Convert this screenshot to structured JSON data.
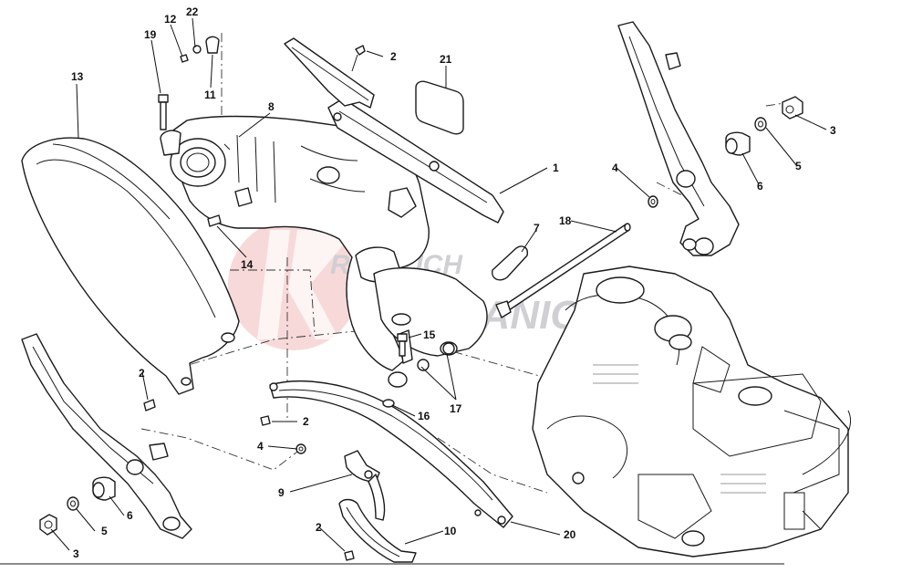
{
  "diagram": {
    "watermark": {
      "top_text": "RE BIUCH",
      "bottom_text": "MECCANICA"
    },
    "callouts": [
      {
        "id": "c-22",
        "text": "22"
      },
      {
        "id": "c-12",
        "text": "12"
      },
      {
        "id": "c-19",
        "text": "19"
      },
      {
        "id": "c-11",
        "text": "11"
      },
      {
        "id": "c-13",
        "text": "13"
      },
      {
        "id": "c-8",
        "text": "8"
      },
      {
        "id": "c-2a",
        "text": "2"
      },
      {
        "id": "c-21",
        "text": "21"
      },
      {
        "id": "c-1",
        "text": "1"
      },
      {
        "id": "c-3a",
        "text": "3"
      },
      {
        "id": "c-5a",
        "text": "5"
      },
      {
        "id": "c-6a",
        "text": "6"
      },
      {
        "id": "c-4a",
        "text": "4"
      },
      {
        "id": "c-18",
        "text": "18"
      },
      {
        "id": "c-7",
        "text": "7"
      },
      {
        "id": "c-14",
        "text": "14"
      },
      {
        "id": "c-15",
        "text": "15"
      },
      {
        "id": "c-17",
        "text": "17"
      },
      {
        "id": "c-16",
        "text": "16"
      },
      {
        "id": "c-2b",
        "text": "2"
      },
      {
        "id": "c-2c",
        "text": "2"
      },
      {
        "id": "c-4b",
        "text": "4"
      },
      {
        "id": "c-9",
        "text": "9"
      },
      {
        "id": "c-20",
        "text": "20"
      },
      {
        "id": "c-6b",
        "text": "6"
      },
      {
        "id": "c-5b",
        "text": "5"
      },
      {
        "id": "c-3b",
        "text": "3"
      },
      {
        "id": "c-2d",
        "text": "2"
      },
      {
        "id": "c-10",
        "text": "10"
      }
    ]
  }
}
